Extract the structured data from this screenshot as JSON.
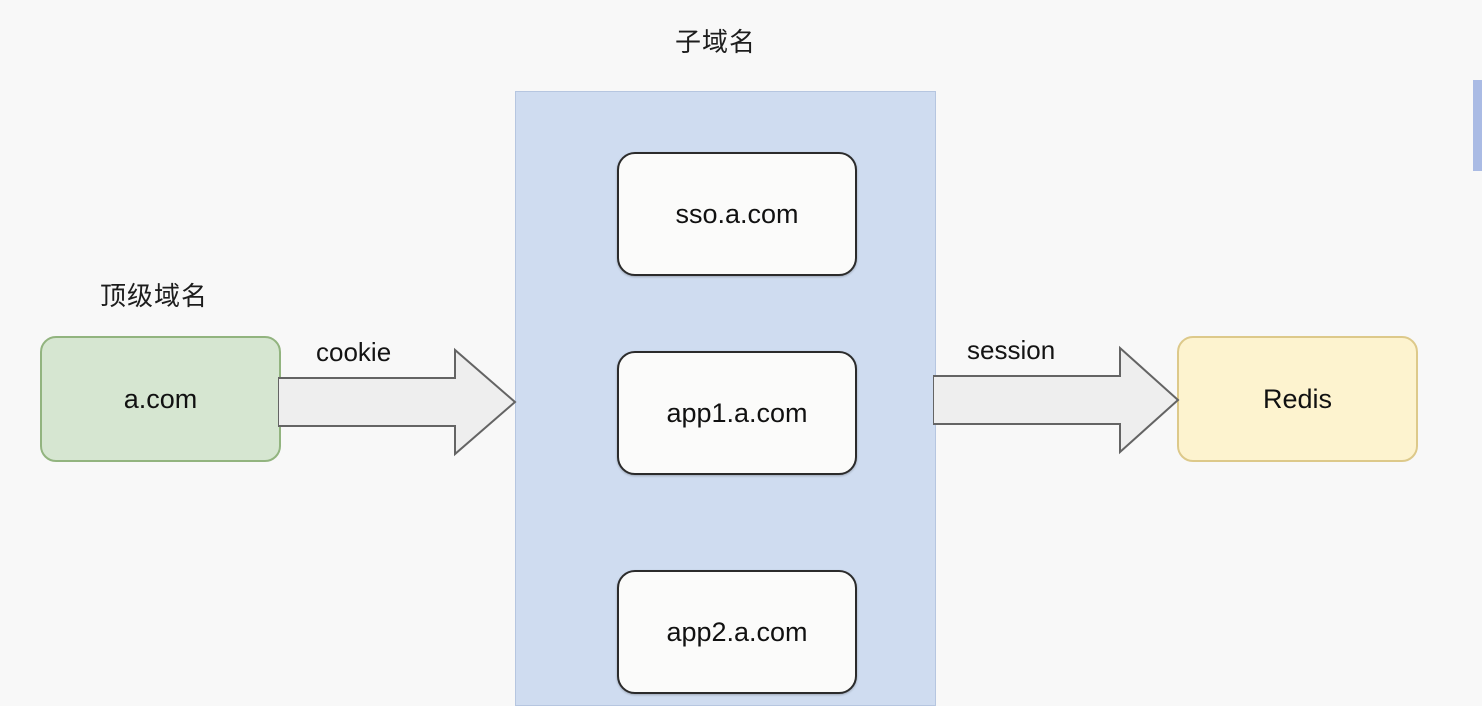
{
  "diagram": {
    "title_subdomain": "子域名",
    "title_topdomain": "顶级域名",
    "background_color": "#f8f8f8",
    "panel": {
      "name": "subdomain-group",
      "fill": "#cfdcf0",
      "border": "#b6c6e0"
    },
    "nodes": [
      {
        "id": "a-com",
        "label": "a.com",
        "fill": "#d6e6d1",
        "border": "#92b47f",
        "group": "top-level-domain"
      },
      {
        "id": "sso-a-com",
        "label": "sso.a.com",
        "fill": "#fbfbfa",
        "border": "#2b2b2b",
        "group": "subdomain"
      },
      {
        "id": "app1-a-com",
        "label": "app1.a.com",
        "fill": "#fbfbfa",
        "border": "#2b2b2b",
        "group": "subdomain"
      },
      {
        "id": "app2-a-com",
        "label": "app2.a.com",
        "fill": "#fbfbfa",
        "border": "#2b2b2b",
        "group": "subdomain"
      },
      {
        "id": "redis",
        "label": "Redis",
        "fill": "#fdf3cf",
        "border": "#ddc98a",
        "group": "store"
      }
    ],
    "arrows": [
      {
        "id": "cookie-arrow",
        "label": "cookie",
        "from": "a-com",
        "to": "subdomain-group",
        "fill": "#eeeeee",
        "border": "#646464"
      },
      {
        "id": "session-arrow",
        "label": "session",
        "from": "subdomain-group",
        "to": "redis",
        "fill": "#eeeeee",
        "border": "#646464"
      }
    ]
  }
}
